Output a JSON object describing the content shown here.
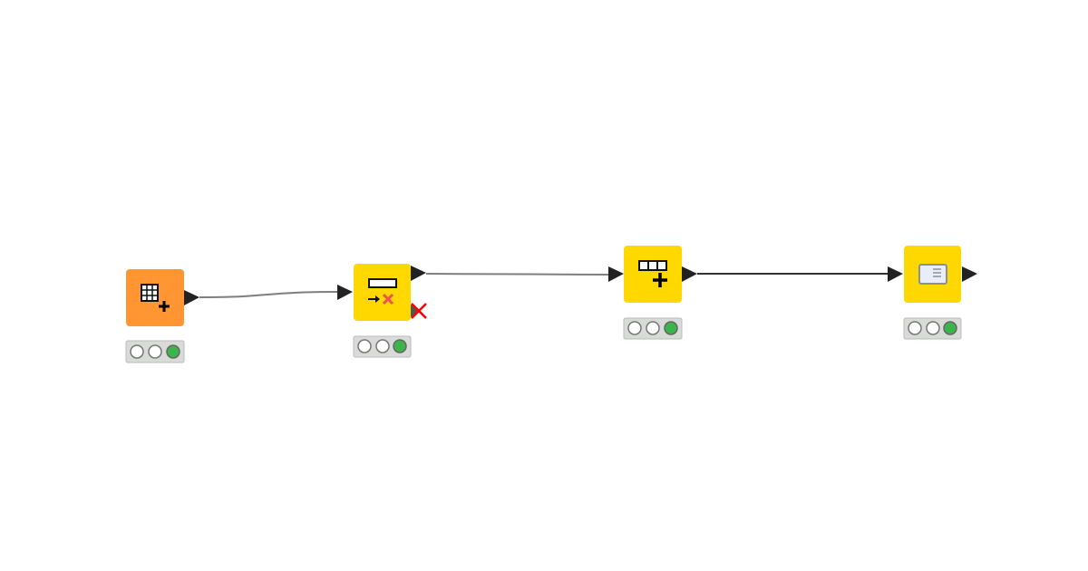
{
  "canvas": {
    "background": "#ffffff"
  },
  "colors": {
    "source_node": "#ff9632",
    "manipulator_node": "#ffd800",
    "port": "#222222",
    "connection_gray": "#7f7f7f",
    "connection_dark": "#333333",
    "status_green": "#3cb44b",
    "status_empty": "#ffffff",
    "status_bar": "#d8dbd8",
    "inactive_port_x": "#ff0000"
  },
  "nodes": [
    {
      "id": "node-1",
      "icon": "table-creator-icon",
      "kind": "source",
      "status": "executed",
      "traffic_light": [
        "off",
        "off",
        "green"
      ]
    },
    {
      "id": "node-2",
      "icon": "column-filter-remove-icon",
      "kind": "manipulator",
      "status": "executed",
      "traffic_light": [
        "off",
        "off",
        "green"
      ],
      "inactive_second_output": true
    },
    {
      "id": "node-3",
      "icon": "column-append-icon",
      "kind": "manipulator",
      "status": "executed",
      "traffic_light": [
        "off",
        "off",
        "green"
      ]
    },
    {
      "id": "node-4",
      "icon": "table-view-icon",
      "kind": "manipulator",
      "status": "executed",
      "traffic_light": [
        "off",
        "off",
        "green"
      ]
    }
  ],
  "connections": [
    {
      "from": "node-1",
      "to": "node-2",
      "style": "gray"
    },
    {
      "from": "node-2",
      "to": "node-3",
      "style": "gray"
    },
    {
      "from": "node-3",
      "to": "node-4",
      "style": "dark"
    }
  ]
}
